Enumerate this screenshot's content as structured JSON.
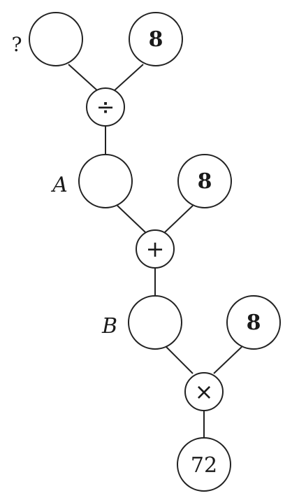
{
  "question_mark": "?",
  "labels": {
    "a": "A",
    "b": "B"
  },
  "values": {
    "top_right": "8",
    "middle_right": "8",
    "bottom_right": "8",
    "result": "72"
  },
  "operators": {
    "divide": "÷",
    "plus": "+",
    "times": "×"
  }
}
